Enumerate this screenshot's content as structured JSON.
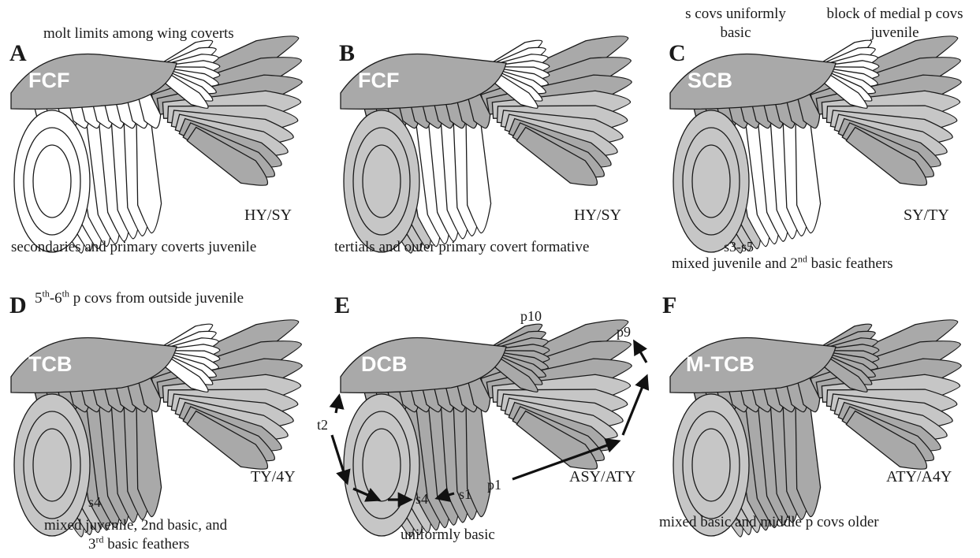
{
  "colors": {
    "juvenile": "#ffffff",
    "formative_basic": "#8b8b8b",
    "mid": "#a9a9a9",
    "light": "#c6c6c6",
    "dark": "#6a6a6a",
    "outline": "#1a1a1a"
  },
  "panels": [
    {
      "letter": "A",
      "code": "FCF",
      "age": "HY/SY",
      "top_caption": "molt limits among wing coverts",
      "bottom_caption": "secondaries and primary coverts juvenile",
      "scheme": {
        "inner_coverts": "mid",
        "p_coverts": "juvenile",
        "s_coverts": "juvenile",
        "tertials": "juvenile",
        "secondaries": "juvenile",
        "primaries_inner": "light",
        "primaries_outer": "mid"
      }
    },
    {
      "letter": "B",
      "code": "FCF",
      "age": "HY/SY",
      "bottom_caption": "tertials and outer primary covert formative",
      "scheme": {
        "inner_coverts": "mid",
        "p_coverts": "juvenile",
        "s_coverts": "mid",
        "tertials": "light",
        "secondaries": "juvenile",
        "primaries_inner": "light",
        "primaries_outer": "mid"
      }
    },
    {
      "letter": "C",
      "code": "SCB",
      "age": "SY/TY",
      "top_caption_left": "s covs uniformly basic",
      "top_caption_right": "block of medial p covs juvenile",
      "label_s": "s3-s5",
      "bottom_caption": "mixed juvenile and 2nd basic feathers",
      "scheme": {
        "inner_coverts": "mid",
        "p_coverts": "juvenile",
        "s_coverts": "mid",
        "tertials": "light",
        "secondaries": "juvenile",
        "primaries_inner": "light",
        "primaries_outer": "mid"
      }
    },
    {
      "letter": "D",
      "code": "TCB",
      "age": "TY/4Y",
      "top_caption": "5th-6th p covs from outside juvenile",
      "label_s": "s4",
      "bottom_caption_1": "mixed juvenile, 2nd basic, and",
      "bottom_caption_2": "3rd basic feathers",
      "scheme": {
        "inner_coverts": "mid",
        "p_coverts": "juvenile",
        "s_coverts": "mid",
        "tertials": "light",
        "secondaries": "mid",
        "primaries_inner": "light",
        "primaries_outer": "mid"
      }
    },
    {
      "letter": "E",
      "code": "DCB",
      "age": "ASY/ATY",
      "labels": {
        "p10": "p10",
        "p9": "p9",
        "t2": "t2",
        "s4": "s4",
        "s1": "s1",
        "p1": "p1"
      },
      "bottom_caption": "uniformly basic",
      "scheme": {
        "inner_coverts": "mid",
        "p_coverts": "mid",
        "s_coverts": "mid",
        "tertials": "light",
        "secondaries": "mid",
        "primaries_inner": "light",
        "primaries_outer": "mid"
      }
    },
    {
      "letter": "F",
      "code": "M-TCB",
      "age": "ATY/A4Y",
      "bottom_caption": "mixed basic and middle p covs older",
      "scheme": {
        "inner_coverts": "mid",
        "p_coverts": "mid",
        "s_coverts": "mid",
        "tertials": "light",
        "secondaries": "mid",
        "primaries_inner": "light",
        "primaries_outer": "mid"
      }
    }
  ]
}
